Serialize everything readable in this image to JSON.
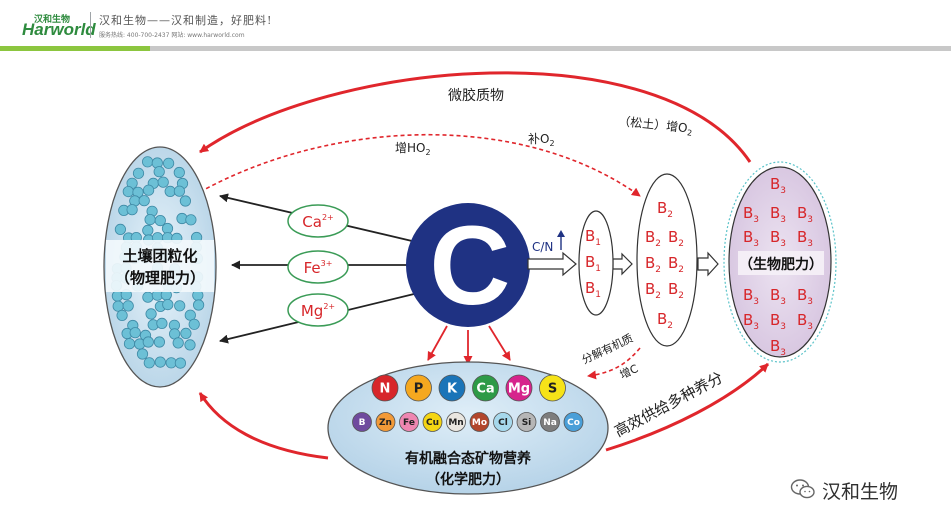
{
  "header": {
    "logo_cn": "汉和生物",
    "logo_en": "Harworld",
    "slogan": "汉和生物——汉和制造，好肥料!",
    "contact": "服务热线: 400-700-2437    网站: www.harworld.com"
  },
  "diagram": {
    "top_label": "微胶质物",
    "loosen_label": "（松土）增O",
    "loosen_sub": "2",
    "hoo_label": "增HO",
    "hoo_sub": "2",
    "o2_label": "补O",
    "o2_sub": "2",
    "soil_line1": "土壤团粒化",
    "soil_line2": "（物理肥力）",
    "center_letter": "C",
    "cn_label": "C/N",
    "cations": [
      {
        "base": "Ca",
        "sup": "2+"
      },
      {
        "base": "Fe",
        "sup": "3+"
      },
      {
        "base": "Mg",
        "sup": "2+"
      }
    ],
    "b1": "B",
    "b1_sub": "1",
    "b2": "B",
    "b2_sub": "2",
    "b3": "B",
    "b3_sub": "3",
    "bio_label": "（生物肥力）",
    "decompose_label": "分解有机质",
    "addc_label": "增C",
    "supply_label": "高效供给多种养分",
    "macro": [
      {
        "sym": "N",
        "color": "#d7262a"
      },
      {
        "sym": "P",
        "color": "#f5a81f"
      },
      {
        "sym": "K",
        "color": "#1a74b8"
      },
      {
        "sym": "Ca",
        "color": "#2e9a47"
      },
      {
        "sym": "Mg",
        "color": "#d6248c"
      },
      {
        "sym": "S",
        "color": "#f6e318"
      }
    ],
    "micro": [
      {
        "sym": "B",
        "color": "#6f4a9e"
      },
      {
        "sym": "Zn",
        "color": "#f29a38"
      },
      {
        "sym": "Fe",
        "color": "#ee86b1"
      },
      {
        "sym": "Cu",
        "color": "#f4d514"
      },
      {
        "sym": "Mn",
        "color": "#e9e6e0"
      },
      {
        "sym": "Mo",
        "color": "#b2462c"
      },
      {
        "sym": "Cl",
        "color": "#a6d8ec"
      },
      {
        "sym": "Si",
        "color": "#b6b6b6"
      },
      {
        "sym": "Na",
        "color": "#7d7d7d"
      },
      {
        "sym": "Co",
        "color": "#4a9fd8"
      }
    ],
    "chem_line1": "有机融合态矿物营养",
    "chem_line2": "（化学肥力）"
  },
  "watermark": {
    "text": "汉和生物",
    "icon": "wechat-icon"
  }
}
